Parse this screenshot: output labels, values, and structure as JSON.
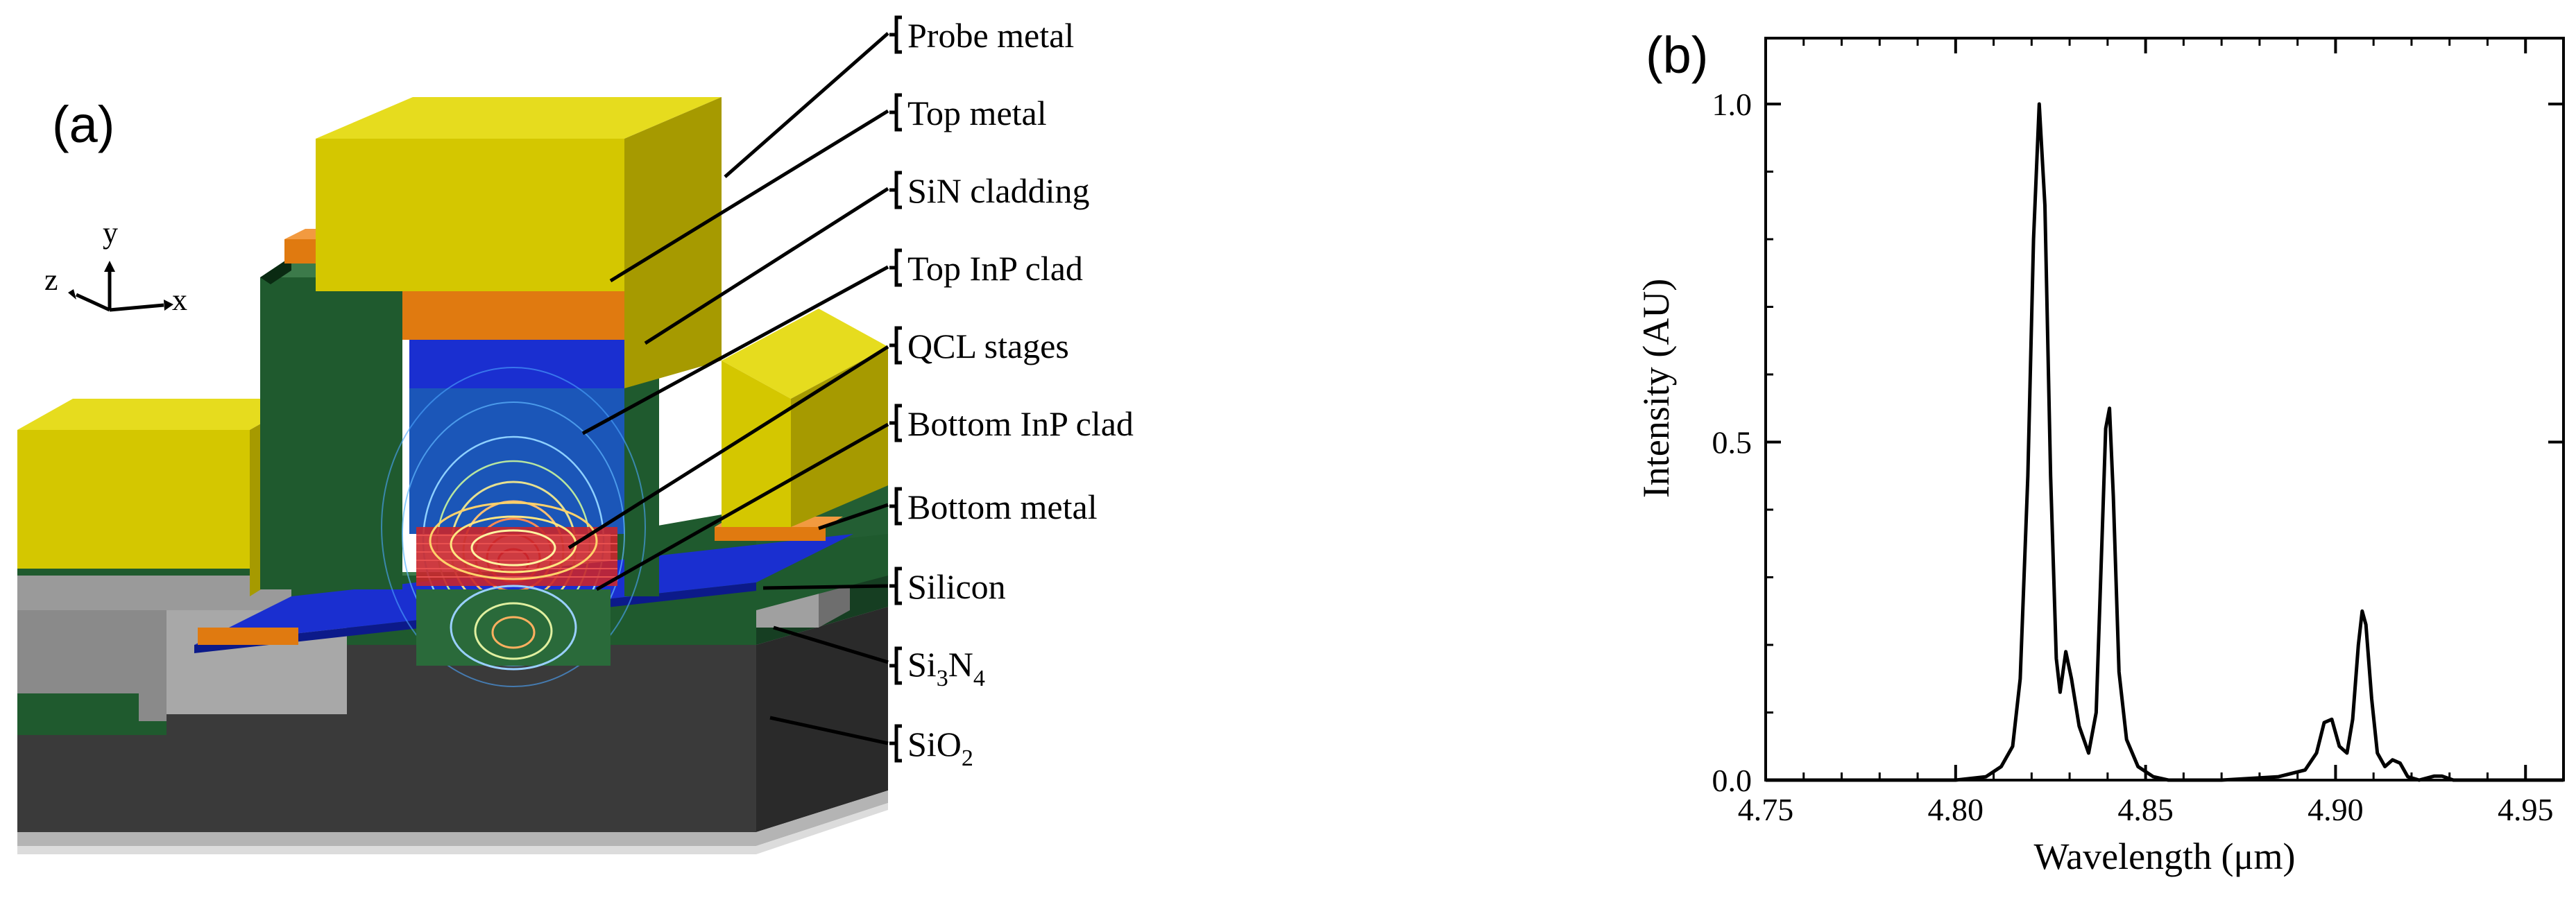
{
  "panel_a": {
    "label": "(a)",
    "axes": {
      "x": "x",
      "y": "y",
      "z": "z"
    },
    "layers": [
      {
        "label": "Probe metal"
      },
      {
        "label": "Top metal"
      },
      {
        "label": "SiN cladding"
      },
      {
        "label": "Top InP clad"
      },
      {
        "label": "QCL stages"
      },
      {
        "label": "Bottom InP clad"
      },
      {
        "label": "Bottom metal"
      },
      {
        "label": "Silicon"
      },
      {
        "label": "Si",
        "sub": "3",
        "label2": "N",
        "sub2": "4"
      },
      {
        "label": "SiO",
        "sub": "2"
      }
    ],
    "colors": {
      "metal": "#d4c700",
      "metal_top": "#e6dc1e",
      "metal_side": "#a69a00",
      "top_metal": "#e07a10",
      "sin": "#1f5a2e",
      "top_inp": "#1a2fd0",
      "qcl": "#c8262c",
      "silicon": "#9a9a9a",
      "sio2": "#3a3a3a"
    }
  },
  "panel_b": {
    "label": "(b)"
  },
  "chart_data": {
    "type": "line",
    "xlabel": "Wavelength (μm)",
    "ylabel": "Intensity (AU)",
    "xlim": [
      4.75,
      4.96
    ],
    "ylim": [
      0.0,
      1.0
    ],
    "x_ticks": [
      "4.75",
      "4.80",
      "4.85",
      "4.90",
      "4.95"
    ],
    "y_ticks": [
      "0.0",
      "0.5",
      "1.0"
    ],
    "grid": false,
    "series": [
      {
        "x": [
          4.75,
          4.8,
          4.808,
          4.812,
          4.815,
          4.817,
          4.819,
          4.8205,
          4.822,
          4.8235,
          4.825,
          4.8265,
          4.8275,
          4.829,
          4.8305,
          4.8325,
          4.835,
          4.837,
          4.8385,
          4.8395,
          4.8405,
          4.8415,
          4.843,
          4.845,
          4.848,
          4.852,
          4.856,
          4.87,
          4.885,
          4.892,
          4.895,
          4.897,
          4.899,
          4.901,
          4.903,
          4.9045,
          4.906,
          4.907,
          4.908,
          4.9095,
          4.911,
          4.913,
          4.915,
          4.917,
          4.919,
          4.922,
          4.926,
          4.928,
          4.931,
          4.96
        ],
        "y": [
          0.0,
          0.0,
          0.005,
          0.02,
          0.05,
          0.15,
          0.45,
          0.8,
          1.0,
          0.85,
          0.45,
          0.18,
          0.13,
          0.19,
          0.15,
          0.08,
          0.04,
          0.1,
          0.35,
          0.52,
          0.55,
          0.42,
          0.16,
          0.06,
          0.02,
          0.005,
          0.0,
          0.0,
          0.005,
          0.015,
          0.04,
          0.085,
          0.09,
          0.05,
          0.04,
          0.09,
          0.2,
          0.25,
          0.23,
          0.12,
          0.04,
          0.02,
          0.03,
          0.025,
          0.005,
          0.0,
          0.006,
          0.006,
          0.0,
          0.0
        ]
      }
    ]
  }
}
